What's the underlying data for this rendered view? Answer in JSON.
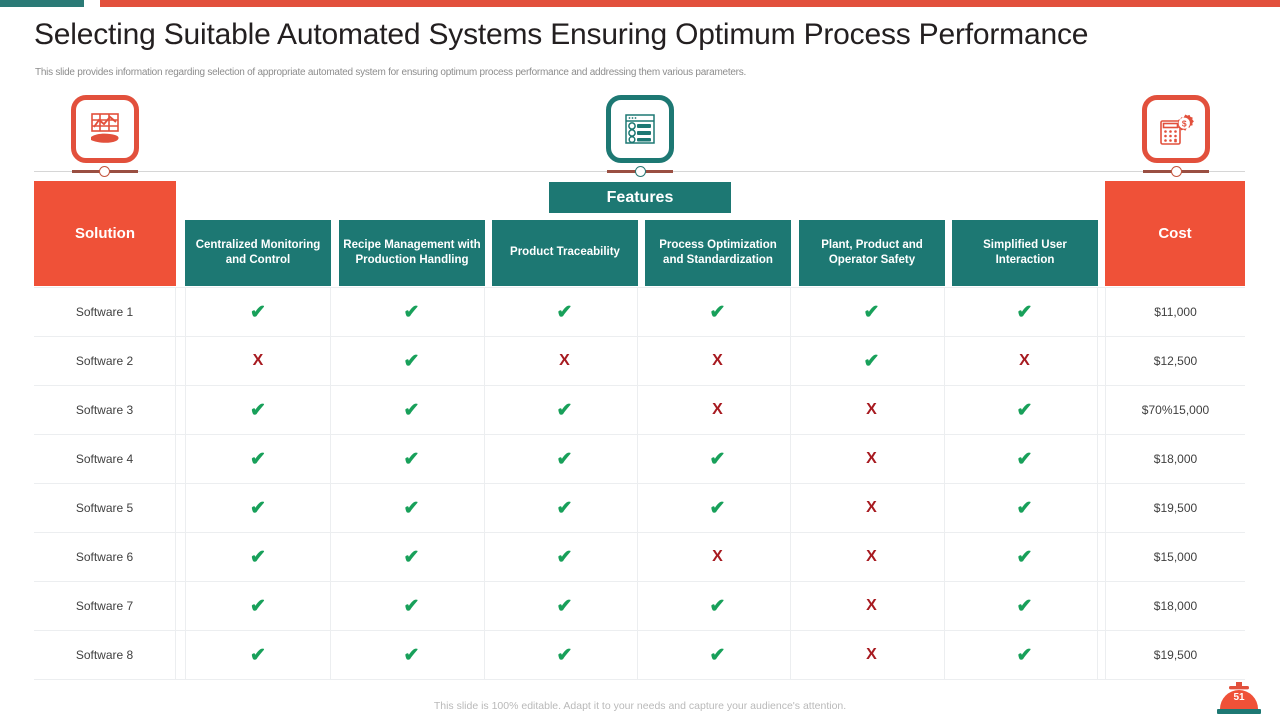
{
  "slide": {
    "title": "Selecting Suitable Automated Systems Ensuring Optimum Process Performance",
    "subtitle": "This slide provides information regarding selection of appropriate automated system for ensuring optimum process performance and addressing them various parameters.",
    "footer_note": "This slide is 100% editable. Adapt it to your needs and capture your audience's attention.",
    "page_number": "51"
  },
  "colors": {
    "red": "#ef5138",
    "red_accent": "#e2503c",
    "teal": "#1d7873",
    "teal_accent": "#2b7a76",
    "check_green": "#18a05a",
    "cross_red": "#a71a20",
    "row_border": "#eceef0",
    "title_text": "#231f20",
    "subtitle_text": "#8d8d8d"
  },
  "icons": [
    {
      "name": "chart-hand-icon",
      "style": "red"
    },
    {
      "name": "settings-list-icon",
      "style": "teal"
    },
    {
      "name": "calculator-gear-cost-icon",
      "style": "red"
    }
  ],
  "table": {
    "features_banner": "Features",
    "solution_header": "Solution",
    "cost_header": "Cost",
    "feature_headers": [
      "Centralized Monitoring and Control",
      "Recipe Management with Production Handling",
      "Product Traceability",
      "Process Optimization and Standardization",
      "Plant, Product and Operator Safety",
      "Simplified User Interaction"
    ],
    "yes_glyph": "✔",
    "no_glyph": "X",
    "rows": [
      {
        "solution": "Software 1",
        "features": [
          "yes",
          "yes",
          "yes",
          "yes",
          "yes",
          "yes"
        ],
        "cost": "$11,000"
      },
      {
        "solution": "Software 2",
        "features": [
          "no",
          "yes",
          "no",
          "no",
          "yes",
          "no"
        ],
        "cost": "$12,500"
      },
      {
        "solution": "Software 3",
        "features": [
          "yes",
          "yes",
          "yes",
          "no",
          "no",
          "yes"
        ],
        "cost": "$70%15,000"
      },
      {
        "solution": "Software 4",
        "features": [
          "yes",
          "yes",
          "yes",
          "yes",
          "no",
          "yes"
        ],
        "cost": "$18,000"
      },
      {
        "solution": "Software 5",
        "features": [
          "yes",
          "yes",
          "yes",
          "yes",
          "no",
          "yes"
        ],
        "cost": "$19,500"
      },
      {
        "solution": "Software 6",
        "features": [
          "yes",
          "yes",
          "yes",
          "no",
          "no",
          "yes"
        ],
        "cost": "$15,000"
      },
      {
        "solution": "Software 7",
        "features": [
          "yes",
          "yes",
          "yes",
          "yes",
          "no",
          "yes"
        ],
        "cost": "$18,000"
      },
      {
        "solution": "Software 8",
        "features": [
          "yes",
          "yes",
          "yes",
          "yes",
          "no",
          "yes"
        ],
        "cost": "$19,500"
      }
    ]
  }
}
